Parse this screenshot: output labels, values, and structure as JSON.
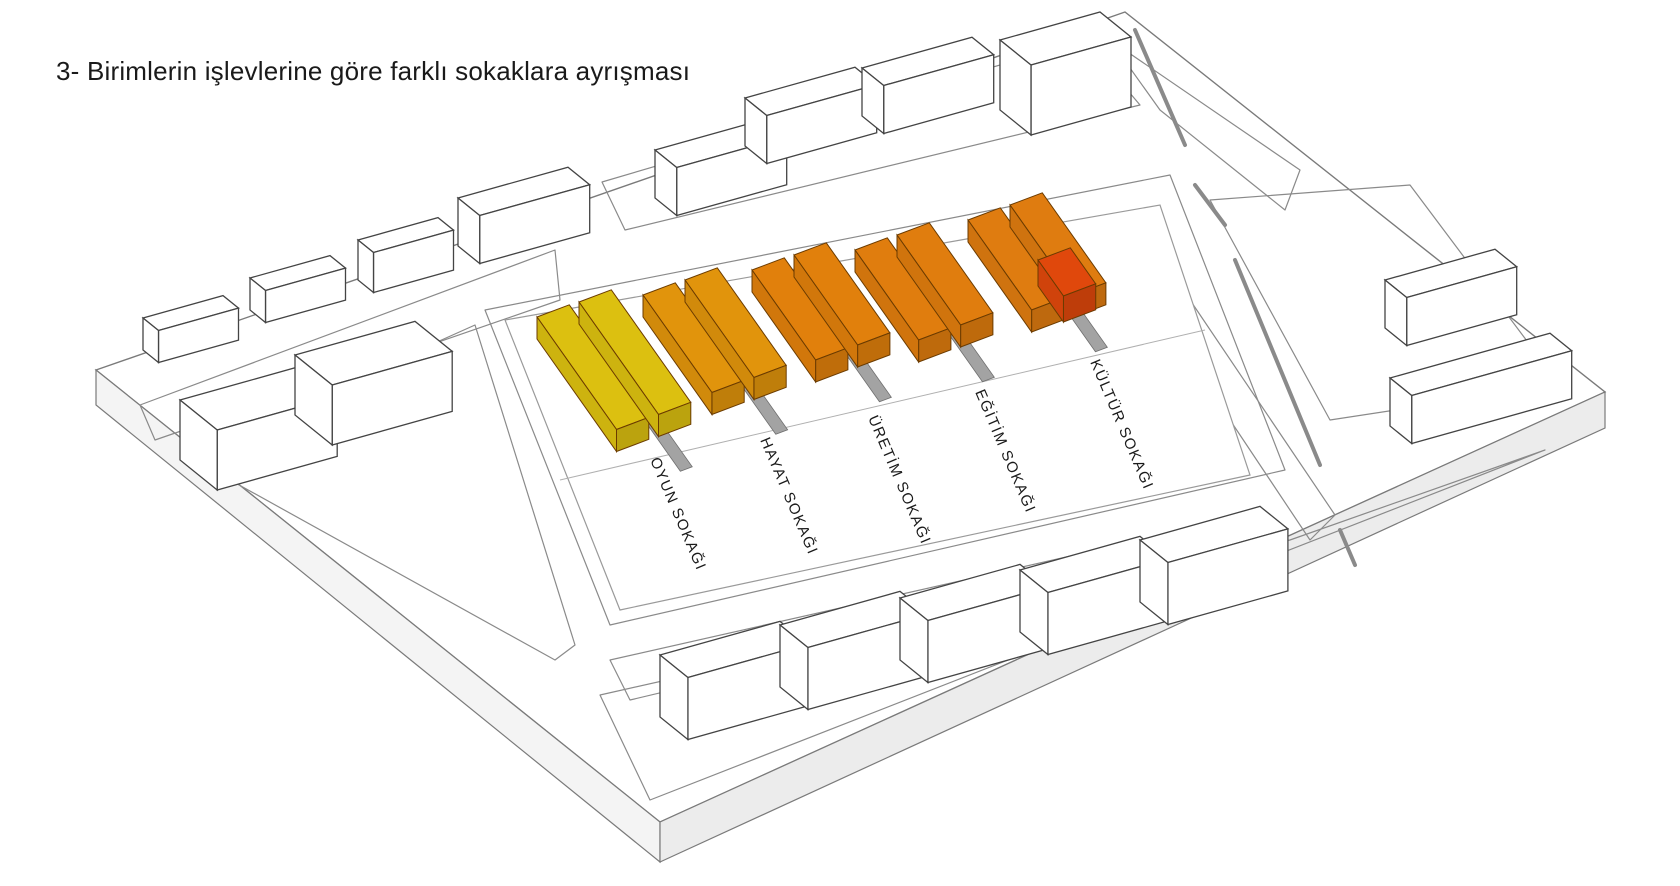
{
  "title": "3- Birimlerin işlevlerine göre farklı sokaklara ayrışması",
  "streets": [
    {
      "label": "OYUN SOKAĞI",
      "color": "#dcc010"
    },
    {
      "label": "HAYAT SOKAĞI",
      "color": "#e1940c"
    },
    {
      "label": "ÜRETİM SOKAĞI",
      "color": "#e1800c"
    },
    {
      "label": "EĞİTİM SOKAĞI",
      "color": "#e07d0e"
    },
    {
      "label": "KÜLTÜR SOKAĞI",
      "color": "#df7c10"
    }
  ],
  "accent_color": "#e0480c",
  "path_color": "#a3a3a3"
}
